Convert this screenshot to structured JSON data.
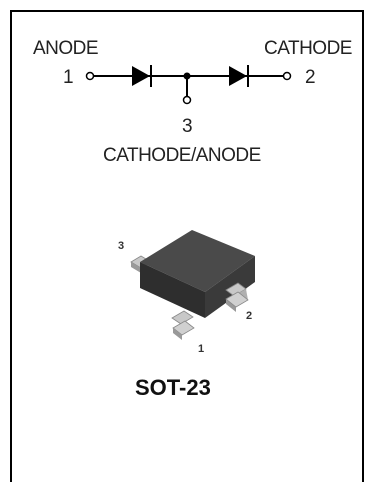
{
  "schematic": {
    "anode_label": "ANODE",
    "cathode_label": "CATHODE",
    "pin1_label": "1",
    "pin2_label": "2",
    "pin3_label": "3",
    "common_label": "CATHODE/ANODE"
  },
  "package": {
    "name": "SOT-23",
    "pin1": "1",
    "pin2": "2",
    "pin3": "3",
    "body_color": "#3a3a3a",
    "lead_color": "#b8b8b8"
  }
}
